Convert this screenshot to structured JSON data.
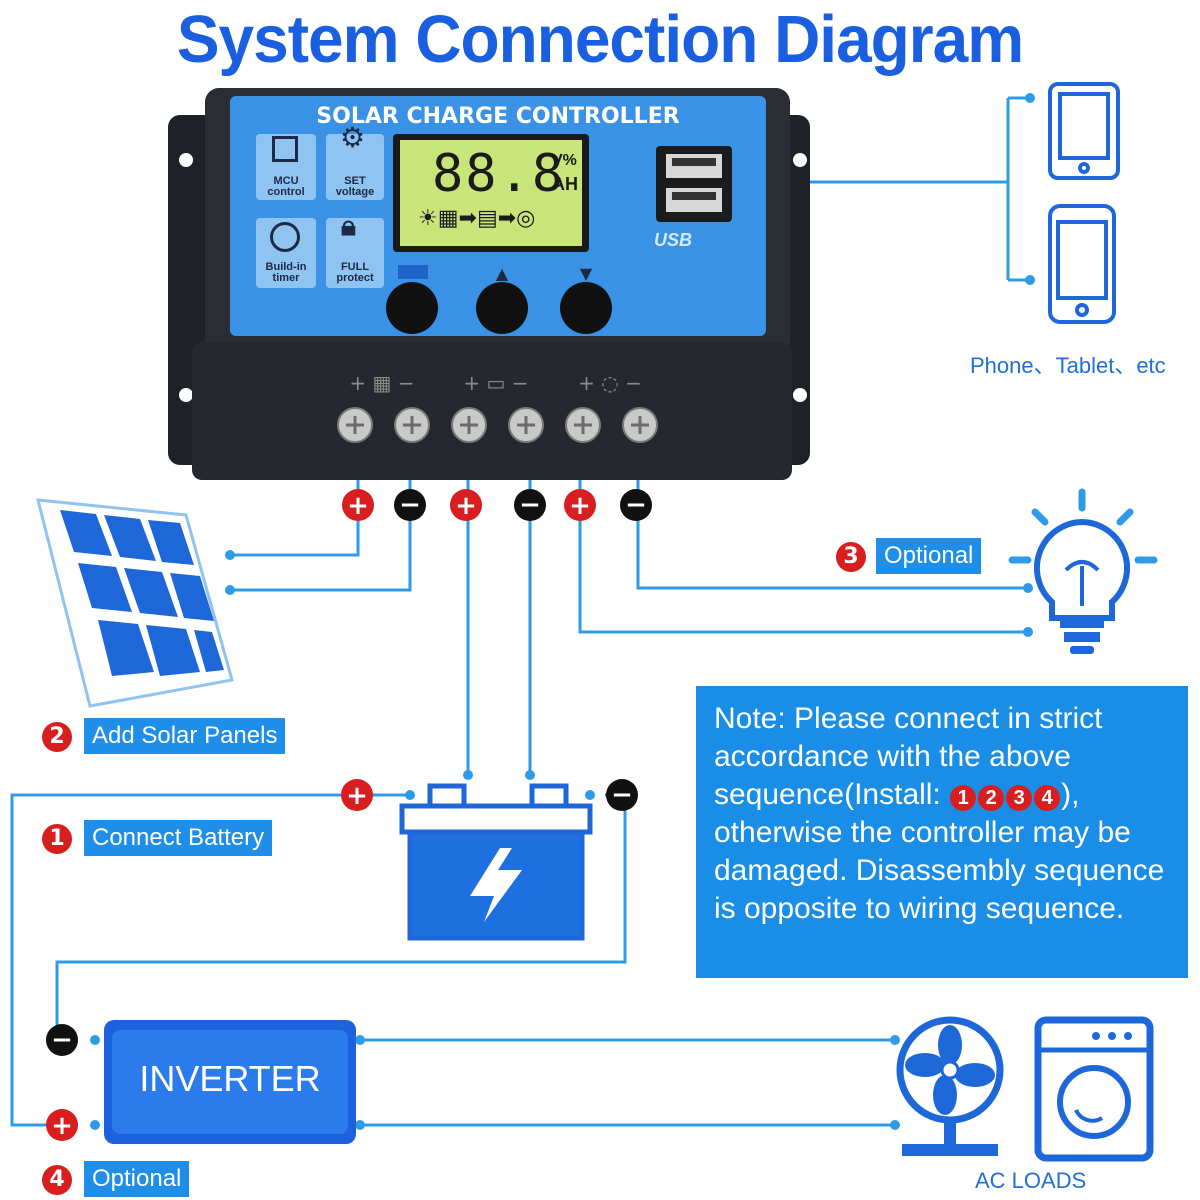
{
  "title": "System Connection Diagram",
  "controller": {
    "label": "SOLAR CHARGE CONTROLLER",
    "lcd_value": "88.8",
    "lcd_unit1": "V%",
    "lcd_unit2": "AH",
    "usb_label": "USB",
    "features": [
      {
        "icon": "chip-icon",
        "line1": "MCU",
        "line2": "control"
      },
      {
        "icon": "gear-icon",
        "line1": "SET",
        "line2": "voltage"
      },
      {
        "icon": "clock-icon",
        "line1": "Build-in",
        "line2": "timer"
      },
      {
        "icon": "lock-icon",
        "line1": "FULL",
        "line2": "protect"
      }
    ]
  },
  "devices_label": "Phone、Tablet、etc",
  "steps": [
    {
      "num": "1",
      "text": "Connect Battery"
    },
    {
      "num": "2",
      "text": "Add Solar Panels"
    },
    {
      "num": "3",
      "text": "Optional"
    },
    {
      "num": "4",
      "text": "Optional"
    }
  ],
  "note": {
    "text_before": "Note: Please connect in strict accordance with the above sequence(Install: ",
    "sequence": [
      "1",
      "2",
      "3",
      "4"
    ],
    "text_after": "), otherwise the controller may be damaged. Disassembly sequence is opposite to wiring sequence."
  },
  "inverter_label": "INVERTER",
  "ac_loads_label": "AC LOADS",
  "colors": {
    "accent": "#1a5fe0",
    "panel": "#1f8ee8",
    "positive": "#d81e1e",
    "negative": "#111111"
  }
}
